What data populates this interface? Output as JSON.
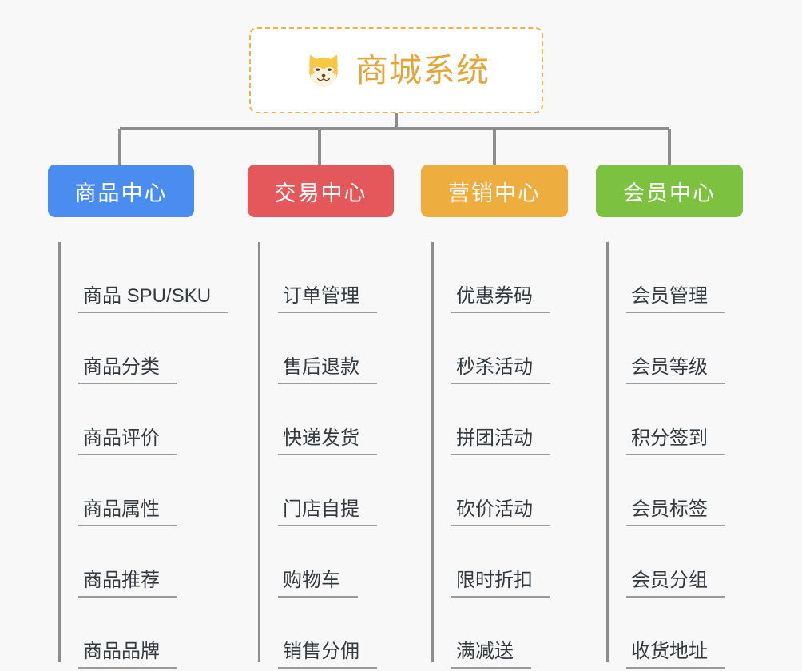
{
  "page": {
    "background_color": "#f8f8f8",
    "line_color": "#8d8d8d",
    "leaf_text_color": "#333a3f",
    "leaf_underline_color": "#9b9b9b"
  },
  "root": {
    "title": "商城系统",
    "icon": "shiba-inu-emoji",
    "border_color": "#edb24a",
    "text_color": "#e0a83c",
    "background_color": "#ffffff"
  },
  "branches": [
    {
      "id": "product-center",
      "label": "商品中心",
      "color": "#4a8cf0",
      "leaves": [
        {
          "label": "商品 SPU/SKU"
        },
        {
          "label": "商品分类"
        },
        {
          "label": "商品评价"
        },
        {
          "label": "商品属性"
        },
        {
          "label": "商品推荐"
        },
        {
          "label": "商品品牌"
        }
      ]
    },
    {
      "id": "trade-center",
      "label": "交易中心",
      "color": "#e4575a",
      "leaves": [
        {
          "label": "订单管理"
        },
        {
          "label": "售后退款"
        },
        {
          "label": "快递发货"
        },
        {
          "label": "门店自提"
        },
        {
          "label": "购物车"
        },
        {
          "label": "销售分佣"
        }
      ]
    },
    {
      "id": "marketing-center",
      "label": "营销中心",
      "color": "#eeae3f",
      "leaves": [
        {
          "label": "优惠券码"
        },
        {
          "label": "秒杀活动"
        },
        {
          "label": "拼团活动"
        },
        {
          "label": "砍价活动"
        },
        {
          "label": "限时折扣"
        },
        {
          "label": "满减送"
        }
      ]
    },
    {
      "id": "member-center",
      "label": "会员中心",
      "color": "#7cc13f",
      "leaves": [
        {
          "label": "会员管理"
        },
        {
          "label": "会员等级"
        },
        {
          "label": "积分签到"
        },
        {
          "label": "会员标签"
        },
        {
          "label": "会员分组"
        },
        {
          "label": "收货地址"
        }
      ]
    }
  ]
}
